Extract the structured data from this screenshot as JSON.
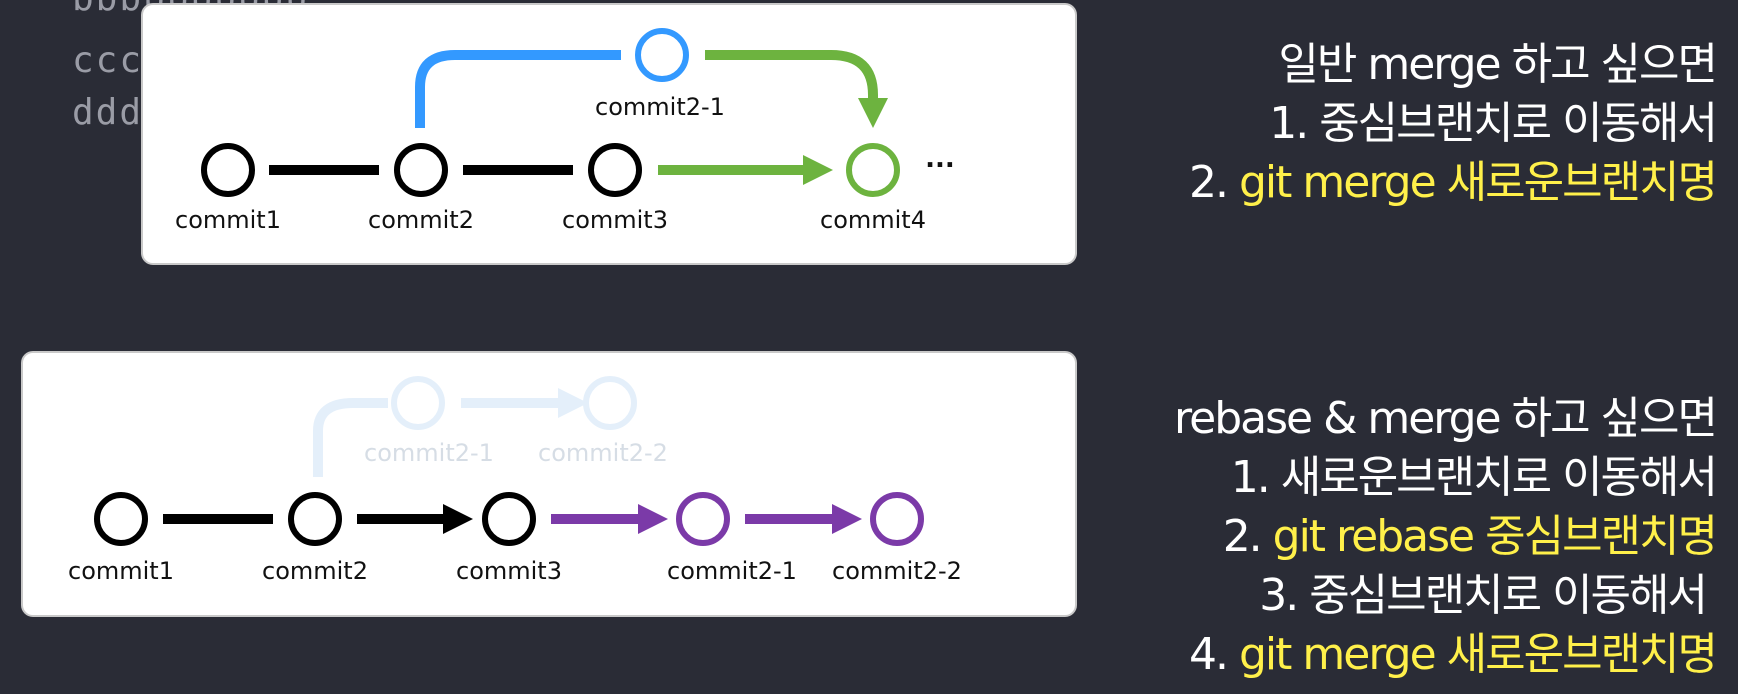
{
  "background_code": [
    "bbbbbbbbbb",
    "cccc",
    "dddd"
  ],
  "merge_diagram": {
    "nodes": [
      "commit1",
      "commit2",
      "commit3",
      "commit4"
    ],
    "branch_node": "commit2-1",
    "ellipsis": "...",
    "colors": {
      "main": "#000000",
      "branch": "#3399ff",
      "merge": "#6db33f"
    }
  },
  "rebase_diagram": {
    "faded_nodes": [
      "commit2-1",
      "commit2-2"
    ],
    "nodes": [
      "commit1",
      "commit2",
      "commit3",
      "commit2-1",
      "commit2-2"
    ],
    "colors": {
      "main": "#000000",
      "faded": "#e4effa",
      "faded_text": "#d6dde5",
      "rebased": "#7b3aa8"
    }
  },
  "merge_instructions": {
    "heading": "일반 merge 하고 싶으면",
    "step1": "1. 중심브랜치로 이동해서",
    "step2_prefix": "2. ",
    "step2_cmd": "git merge 새로운브랜치명"
  },
  "rebase_instructions": {
    "heading": "rebase & merge 하고 싶으면",
    "step1": "1. 새로운브랜치로 이동해서",
    "step2_prefix": "2. ",
    "step2_cmd": "git rebase 중심브랜치명",
    "step3": "3. 중심브랜치로 이동해서",
    "step4_prefix": "4. ",
    "step4_cmd": "git merge 새로운브랜치명"
  },
  "highlight_color": "#fff04a"
}
